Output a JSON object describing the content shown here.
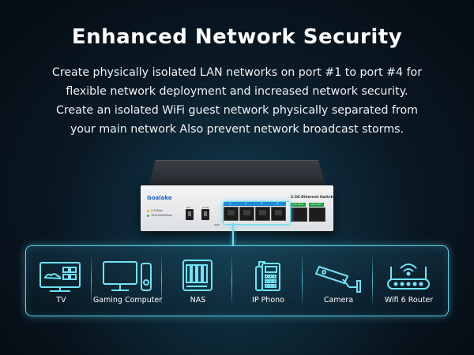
{
  "headline": "Enhanced Network Security",
  "body_lines": [
    "Create physically isolated LAN networks on port #1 to port #4 for",
    "flexible network deployment and increased network security.",
    "Create an isolated WiFi guest network physically separated from",
    "your main network Also prevent network broadcast storms."
  ],
  "switch": {
    "brand": "Goalake",
    "model_label": "2.5G Ethernet Switch",
    "led_labels": [
      "2.5Gbps",
      "100/1000Mbps"
    ],
    "button_labels": [
      "DIP",
      "VLAN",
      "PWR"
    ],
    "port_numbers": [
      "1",
      "2",
      "3",
      "4"
    ],
    "sfp_labels": [
      "10G SFP+",
      "10G SFP+"
    ]
  },
  "devices": [
    {
      "label": "TV",
      "icon": "tv-icon"
    },
    {
      "label": "Gaming Computer",
      "icon": "gaming-computer-icon"
    },
    {
      "label": "NAS",
      "icon": "nas-icon"
    },
    {
      "label": "IP Phono",
      "icon": "ip-phone-icon"
    },
    {
      "label": "Camera",
      "icon": "security-camera-icon"
    },
    {
      "label": "Wifi 6 Router",
      "icon": "wifi-router-icon"
    }
  ],
  "colors": {
    "accent": "#5ad1ea",
    "brand_blue": "#1664c0",
    "port_band": "#1f8bd6",
    "sfp_green": "#1a9b3c"
  }
}
